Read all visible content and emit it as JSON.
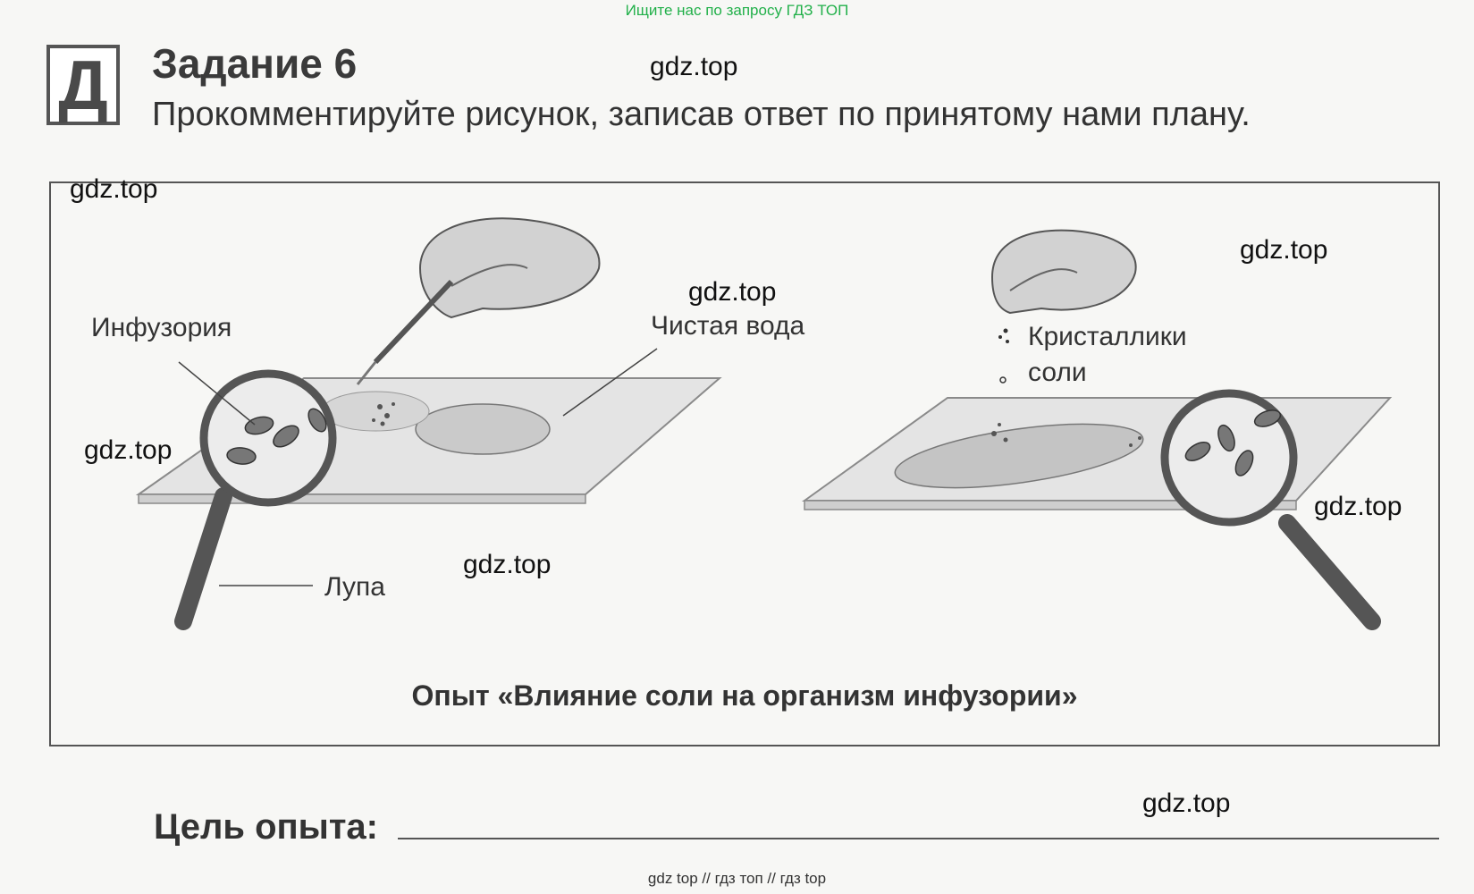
{
  "banner": "Ищите нас по запросу ГДЗ ТОП",
  "badge": "Д",
  "task": {
    "title": "Задание 6",
    "text": "Прокомментируйте рисунок, записав ответ по принятому нами плану."
  },
  "figure": {
    "labels": {
      "infusoria": "Инфузория",
      "clean_water": "Чистая вода",
      "magnifier": "Лупа",
      "crystals_line1": "Кристаллики",
      "crystals_line2": "соли"
    },
    "caption": "Опыт «Влияние соли на организм инфузории»"
  },
  "goal_label": "Цель опыта:",
  "watermarks": [
    "gdz.top",
    "gdz.top",
    "gdz.top",
    "gdz.top",
    "gdz.top",
    "gdz.top",
    "gdz.top",
    "gdz.top"
  ],
  "footer": "gdz top  //  гдз топ  //  гдз top"
}
